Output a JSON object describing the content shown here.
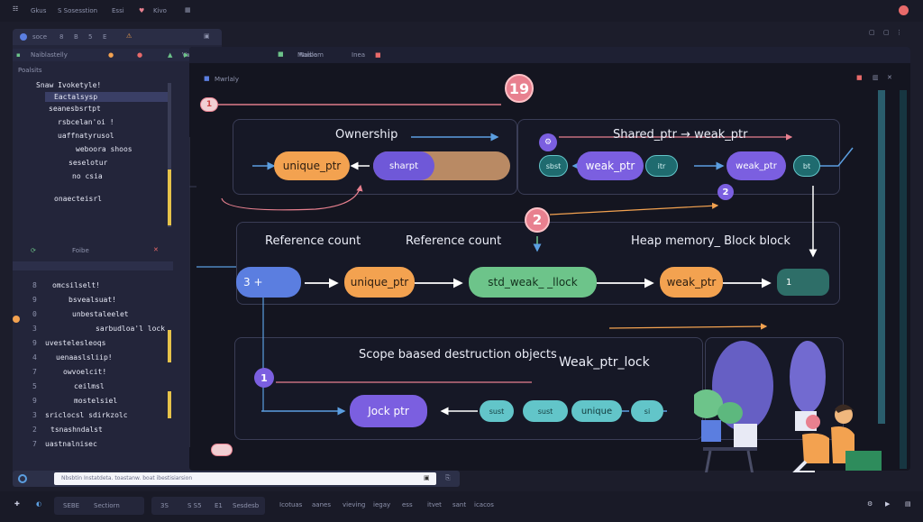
{
  "topbar": {
    "menu": [
      "Gkus",
      "S Sosesstion",
      "Essi",
      "Kivo"
    ]
  },
  "editor": {
    "tabs_row": [
      "soce",
      "8",
      "B",
      "5",
      "E"
    ],
    "file_tabs": [
      "Naiblastelly",
      "Vass"
    ],
    "explorer_title": "Poalsits",
    "tree": [
      "Snaw Ivoketyle!",
      "Eactalsysp",
      "seanesbsrtpt",
      "rsbcelan'oi !",
      "uaffnatyrusol",
      "weboora shoos",
      "seselotur",
      "no csia",
      "onaecteisrl"
    ],
    "panel_title": "Foibe",
    "code_lines": [
      "omcsilselt!",
      "bsvealsuat!",
      "unbestaleelet",
      "sarbudloa'l lock",
      "uvestelesleoqs",
      "uenaaslsliip!",
      "owvoelcit!",
      "ceilmsl",
      "mostelsiel",
      "sriclocsl sdirkzolc",
      "tsnashndalst",
      "uastnalnisec"
    ],
    "line_numbers": [
      "8",
      "9",
      "0",
      "3",
      "9",
      "4",
      "7",
      "5",
      "9",
      "3",
      "2",
      "7"
    ]
  },
  "canvas": {
    "header_tabs": [
      "Maislam",
      "Inea",
      "Naibo"
    ],
    "inner_title": "Mwrlaly",
    "badges": {
      "top": "19",
      "mid": "2",
      "left_top": "1",
      "left_bottom": "1",
      "small_two": "2"
    },
    "labels": {
      "ownership": "Ownership",
      "shared": "Shared_ptr → weak_ptr",
      "ref1": "Reference count",
      "ref2": "Reference count",
      "heap": "Heap memory_ Block block",
      "scope": "Scope baased destruction objects",
      "weaklock": "Weak_ptr_lock"
    },
    "pills": {
      "unique1": "unique_ptr",
      "sharpt": "sharpt",
      "sbst": "sbst",
      "weak1": "weak_ptr",
      "itr": "itr",
      "weak2": "weak_ptr",
      "bt": "bt",
      "num3": "3 +",
      "unique2": "unique_ptr",
      "stdweak": "std_weak_ _llock",
      "weak3": "weak_ptr",
      "one": "1",
      "lock": "Jock ptr",
      "sust": "sust",
      "unique3": "unique",
      "si": "si"
    }
  },
  "address": {
    "url": "Nbsbtin Instatdeta. toastanw. boat ibestisiarsion"
  },
  "status": {
    "left": [
      "SEBE",
      "Sectiorn",
      "3S",
      "S S5",
      "E1",
      "Sesdesb"
    ],
    "right": [
      "Icotuas",
      "aanes",
      "vieving",
      "iegay",
      "ess",
      "itvet",
      "sant",
      "icacos"
    ]
  },
  "colors": {
    "orange": "#f3a250",
    "purple": "#7b5fe0",
    "green": "#6dc48a",
    "teal": "#62c5c9",
    "pink": "#e8808f",
    "blue": "#5b7ee0"
  }
}
